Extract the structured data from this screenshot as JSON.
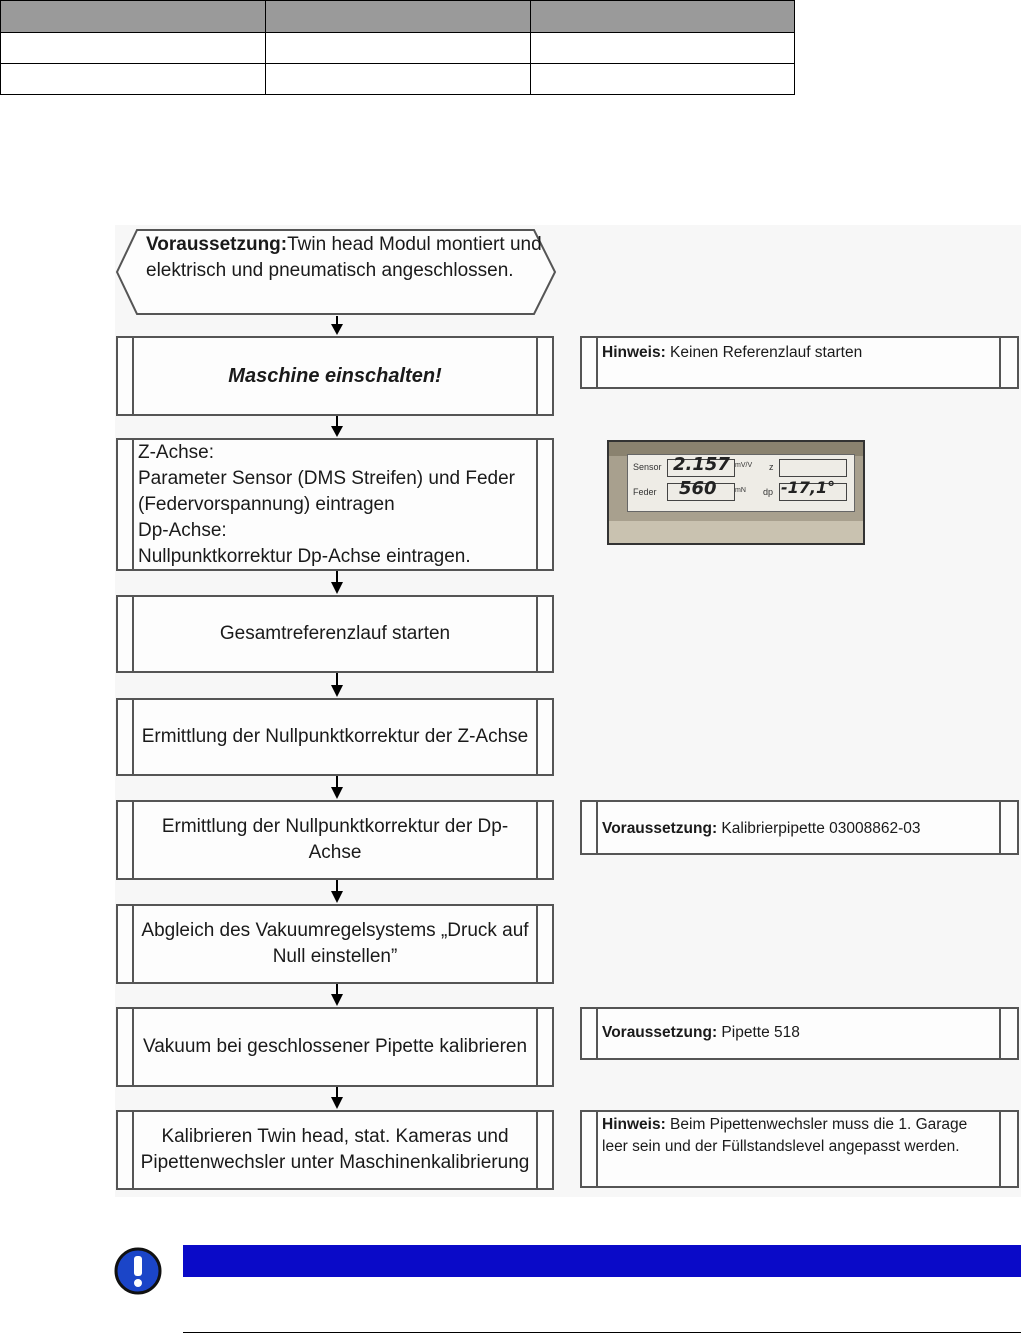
{
  "flowchart": {
    "precondition": {
      "label_bold": "Voraussetzung:",
      "text": "Twin head Modul montiert und elektrisch und pneumatisch angeschlossen."
    },
    "steps": [
      "Maschine einschalten!",
      "Z-Achse:\nParameter Sensor (DMS Streifen) und Feder (Federvorspannung) eintragen\nDp-Achse:\nNullpunktkorrektur  Dp-Achse eintragen.",
      "Gesamtreferenzlauf starten",
      "Ermittlung der Nullpunktkorrektur der Z-Achse",
      "Ermittlung der Nullpunktkorrektur der Dp-Achse",
      "Abgleich des Vakuumregelsystems „Druck auf Null einstellen”",
      "Vakuum bei geschlossener Pipette kalibrieren",
      "Kalibrieren Twin head, stat. Kameras und Pipettenwechsler unter Maschinenkalibrierung"
    ],
    "notes": [
      {
        "label": "Hinweis:",
        "text": " Keinen Referenzlauf starten"
      },
      {
        "label": "Voraussetzung:",
        "text": " Kalibrierpipette 03008862-03"
      },
      {
        "label": "Voraussetzung:",
        "text": " Pipette 518"
      },
      {
        "label": "Hinweis:",
        "text": " Beim Pipettenwechsler muss die 1. Garage leer sein und der Füllstandslevel angepasst werden."
      }
    ],
    "photo": {
      "sensor_label": "Sensor",
      "sensor_value": "2.157",
      "sensor_unit": "mV/V",
      "feder_label": "Feder",
      "feder_value": "560",
      "feder_unit": "mN",
      "z_label": "z",
      "dp_label": "dp",
      "dp_value": "-17,1°"
    }
  },
  "colors": {
    "header_row": "#9a9a9a",
    "notice_bar": "#0a0ac8",
    "icon": "#1b45c8"
  },
  "icons": [
    "exclamation-icon"
  ]
}
